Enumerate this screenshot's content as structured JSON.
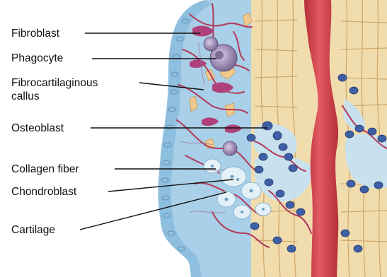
{
  "labels": {
    "fibroblast": "Fibroblast",
    "phagocyte": "Phagocyte",
    "fibrocartilaginous_line1": "Fibrocartilaginous",
    "fibrocartilaginous_line2": "callus",
    "osteoblast": "Osteoblast",
    "collagen_fiber": "Collagen fiber",
    "chondroblast": "Chondroblast",
    "cartilage": "Cartilage"
  },
  "colors": {
    "background": "#ffffff",
    "periosteum_blue": "#a9d0e8",
    "matrix_blue": "#c6e2f2",
    "bone_tan": "#f1dcae",
    "bone_cell": "#d7b47a",
    "blood_vessel_red": "#d8424a",
    "capillary_red": "#b33a5c",
    "osteoblast_blue": "#3f5fa6",
    "phagocyte_purple": "#8e7aa3",
    "fibroblast_magenta": "#b0407a",
    "leader_line": "#111111"
  }
}
